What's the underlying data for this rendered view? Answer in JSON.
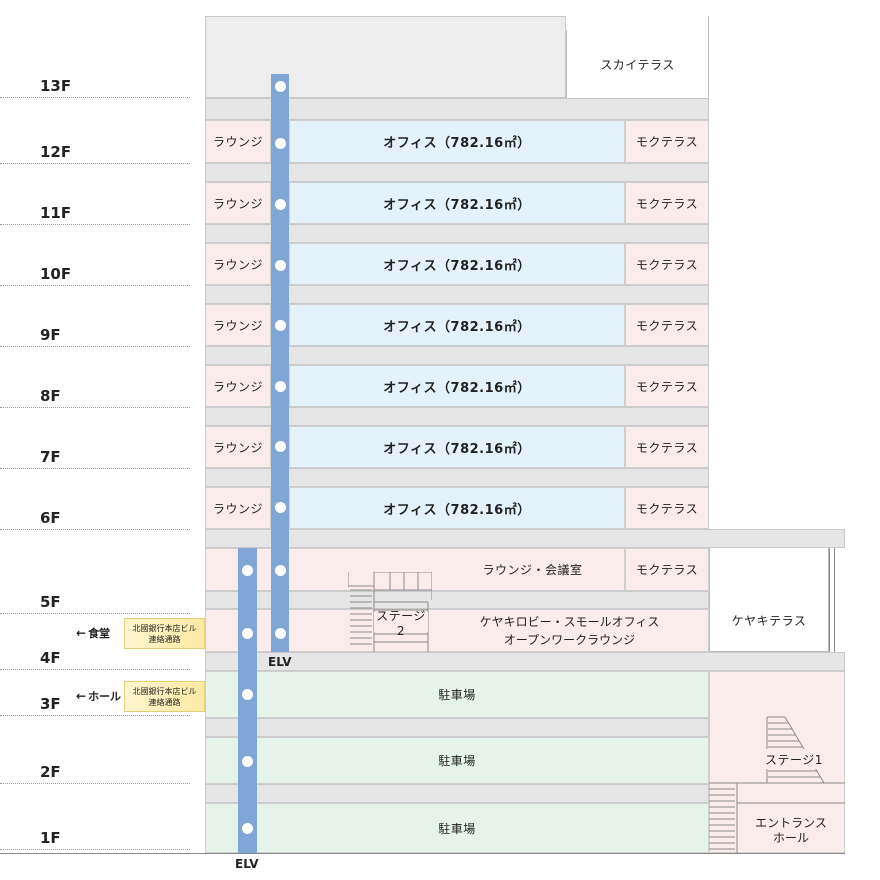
{
  "floors": [
    {
      "label": "13F"
    },
    {
      "label": "12F"
    },
    {
      "label": "11F"
    },
    {
      "label": "10F"
    },
    {
      "label": "9F"
    },
    {
      "label": "8F"
    },
    {
      "label": "7F"
    },
    {
      "label": "6F"
    },
    {
      "label": "5F"
    },
    {
      "label": "4F"
    },
    {
      "label": "3F"
    },
    {
      "label": "2F"
    },
    {
      "label": "1F"
    }
  ],
  "rooms": {
    "sky_terrace": "スカイテラス",
    "lounge": "ラウンジ",
    "office": "オフィス（782.16㎡）",
    "moku_terrace": "モクテラス",
    "lounge_meeting": "ラウンジ・会議室",
    "keyaki_lobby_line1": "ケヤキロビー・スモールオフィス",
    "keyaki_lobby_line2": "オープンワークラウンジ",
    "stage2": "ステージ2",
    "keyaki_terrace": "ケヤキテラス",
    "parking": "駐車場",
    "stage1": "ステージ1",
    "entrance_line1": "エントランス",
    "entrance_line2": "ホール"
  },
  "connections": {
    "cafeteria": "食堂",
    "hall": "ホール",
    "corridor_line1": "北國銀行本店ビル",
    "corridor_line2": "連絡通路",
    "arrow": "←"
  },
  "elevator": {
    "label": "ELV"
  },
  "colors": {
    "office": "#e3f2fb",
    "lounge": "#fbecec",
    "parking": "#e6f3e8",
    "elevator": "#7fa6d6",
    "corridor": "#fde9a4"
  }
}
